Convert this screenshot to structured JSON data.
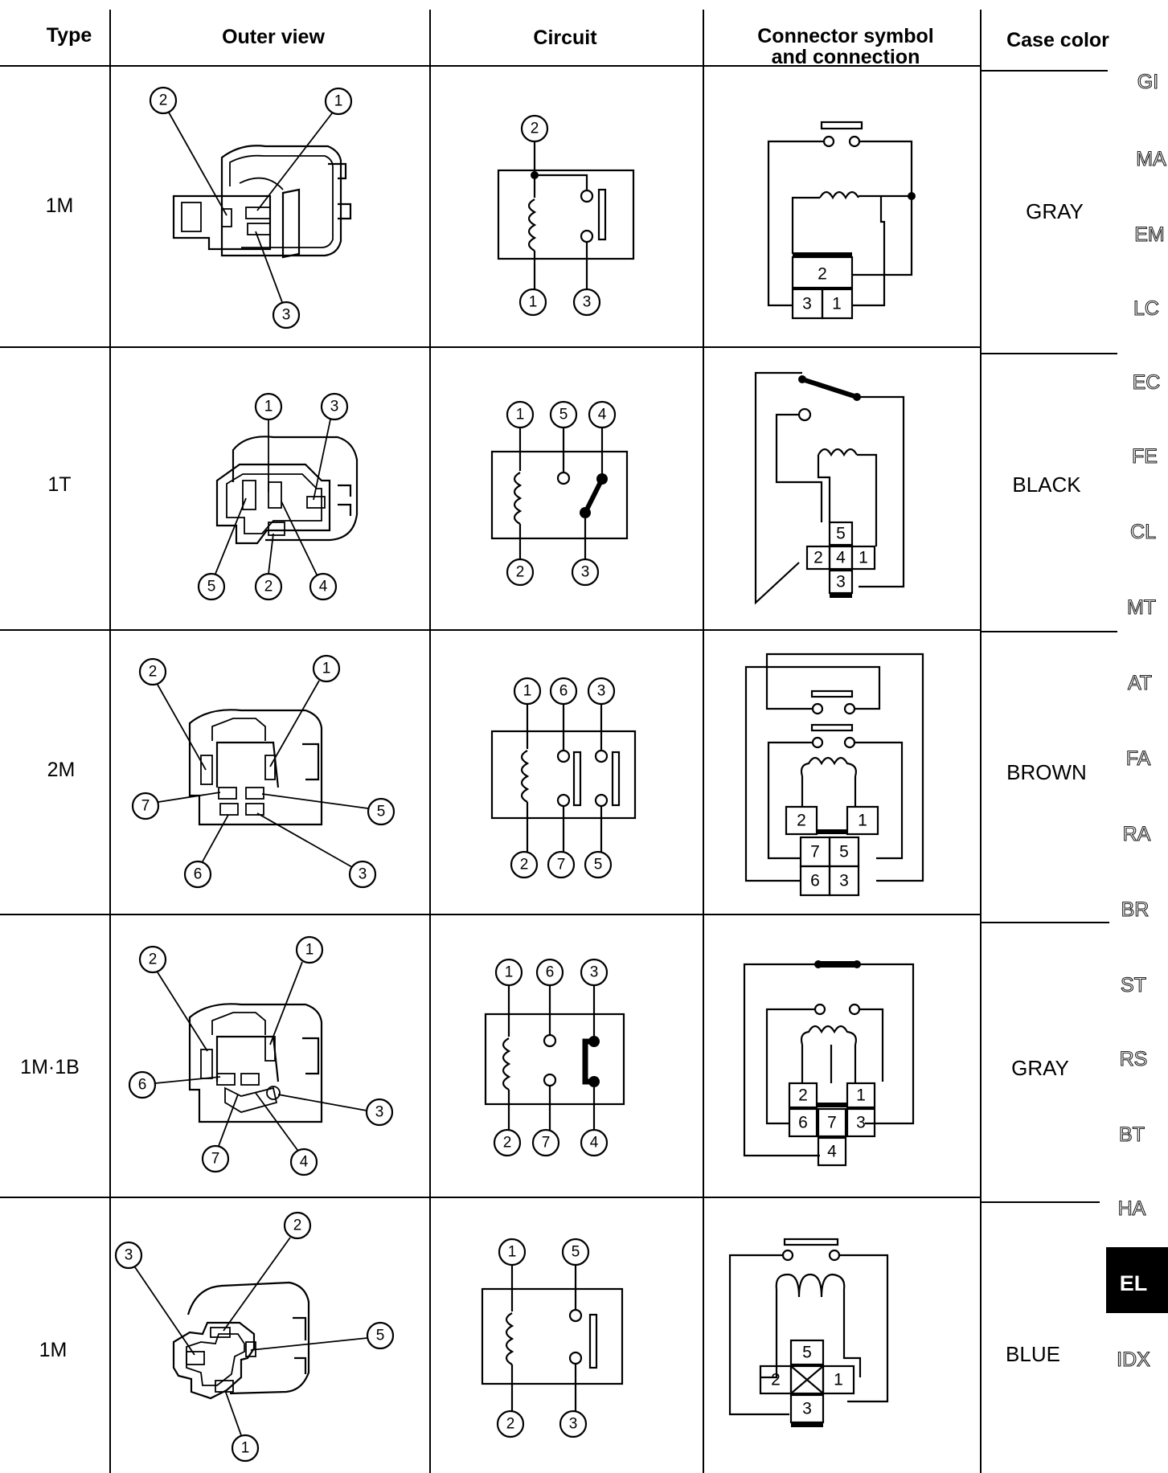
{
  "headers": {
    "type": "Type",
    "outer_view": "Outer view",
    "circuit": "Circuit",
    "connector_line1": "Connector symbol",
    "connector_line2": "and connection",
    "case_color": "Case color"
  },
  "rows": [
    {
      "type": "1M",
      "case_color": "GRAY",
      "outer_pins": [
        "2",
        "1",
        "3"
      ],
      "circuit_pins": [
        "2",
        "1",
        "3"
      ],
      "connector_cells": [
        "2",
        "3",
        "1"
      ]
    },
    {
      "type": "1T",
      "case_color": "BLACK",
      "outer_pins": [
        "1",
        "3",
        "5",
        "2",
        "4"
      ],
      "circuit_pins": [
        "1",
        "5",
        "4",
        "2",
        "3"
      ],
      "connector_cells": [
        "5",
        "2",
        "4",
        "1",
        "3"
      ]
    },
    {
      "type": "2M",
      "case_color": "BROWN",
      "outer_pins": [
        "2",
        "1",
        "7",
        "5",
        "6",
        "3"
      ],
      "circuit_pins": [
        "1",
        "6",
        "3",
        "2",
        "7",
        "5"
      ],
      "connector_cells": [
        "2",
        "1",
        "7",
        "5",
        "6",
        "3"
      ]
    },
    {
      "type": "1M·1B",
      "case_color": "GRAY",
      "outer_pins": [
        "2",
        "1",
        "6",
        "3",
        "7",
        "4"
      ],
      "circuit_pins": [
        "1",
        "6",
        "3",
        "2",
        "7",
        "4"
      ],
      "connector_cells": [
        "2",
        "1",
        "6",
        "7",
        "3",
        "4"
      ]
    },
    {
      "type": "1M",
      "case_color": "BLUE",
      "outer_pins": [
        "2",
        "3",
        "5",
        "1"
      ],
      "circuit_pins": [
        "1",
        "5",
        "2",
        "3"
      ],
      "connector_cells": [
        "5",
        "2",
        "1",
        "3"
      ]
    }
  ],
  "side_tabs": [
    "GI",
    "MA",
    "EM",
    "LC",
    "EC",
    "FE",
    "CL",
    "MT",
    "AT",
    "FA",
    "RA",
    "BR",
    "ST",
    "RS",
    "BT",
    "HA",
    "EL",
    "IDX"
  ],
  "active_tab": "EL",
  "colors": {
    "ink": "#000000",
    "paper": "#ffffff",
    "active_tab_bg": "#000000"
  }
}
